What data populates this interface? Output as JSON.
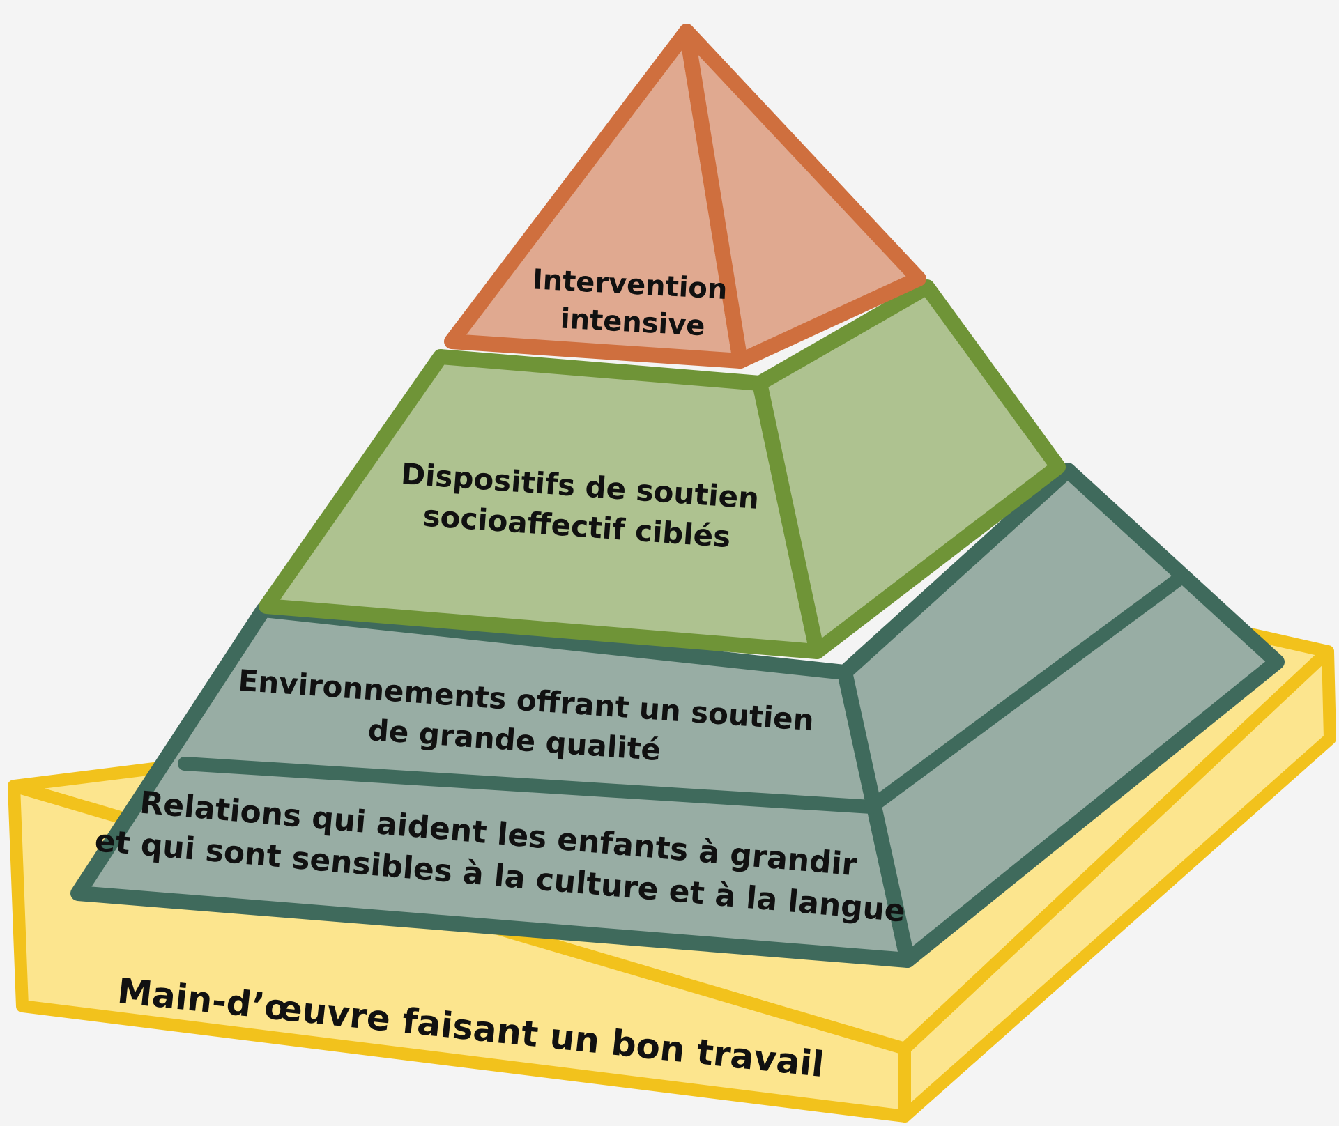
{
  "levels": {
    "intensive": {
      "line1": "Intervention",
      "line2": "intensive",
      "fill": "#e0a990",
      "stroke": "#cf6f3e"
    },
    "targeted": {
      "line1": "Dispositifs de soutien",
      "line2": "socioaffectif ciblés",
      "fill": "#aec290",
      "stroke": "#6f9437"
    },
    "environments": {
      "line1": "Environnements offrant un soutien",
      "line2": "de grande qualité",
      "fill": "#98ada4",
      "stroke": "#3f6a5c"
    },
    "relations": {
      "line1": "Relations qui aident les enfants à grandir",
      "line2": "et qui sont sensibles à la culture et à la langue",
      "fill": "#98ada4",
      "stroke": "#3f6a5c"
    },
    "foundation": {
      "label": "Main-d’œuvre faisant un bon travail",
      "fill": "#fce58e",
      "stroke": "#f2c21c"
    }
  }
}
